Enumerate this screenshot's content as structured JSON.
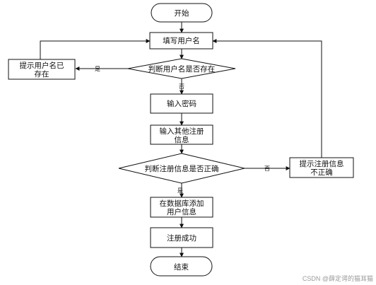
{
  "flowchart": {
    "nodes": {
      "start": "开始",
      "enter_username": "填写用户名",
      "check_username": "判断用户名是否存在",
      "username_exists_msg": [
        "提示用户名已",
        "存在"
      ],
      "enter_password": "输入密码",
      "enter_other_info": [
        "输入其他注册",
        "信息"
      ],
      "check_info": "判断注册信息是否正确",
      "info_invalid_msg": [
        "提示注册信息",
        "不正确"
      ],
      "save_to_db": [
        "在数据库添加",
        "用户信息"
      ],
      "register_success": "注册成功",
      "end": "结束"
    },
    "edge_labels": {
      "username_yes": "是",
      "username_no": "否",
      "info_yes": "是",
      "info_no": "否"
    }
  },
  "watermark": "CSDN @薛定谔的猫耳猫",
  "colors": {
    "stroke": "#111111",
    "fill": "#ffffff",
    "text": "#111111"
  }
}
